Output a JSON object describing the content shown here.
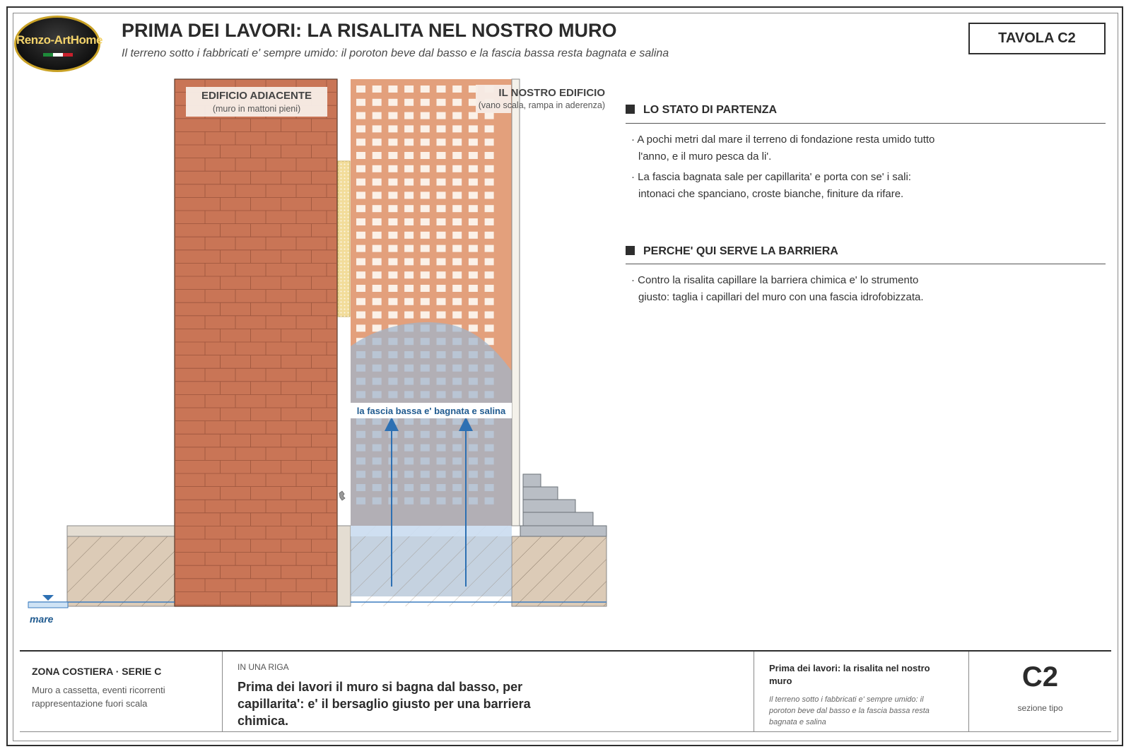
{
  "logo": {
    "text": "Renzo-ArtHome",
    "flag_colors": [
      "#1e8a3a",
      "#ffffff",
      "#c8202c"
    ]
  },
  "header": {
    "title": "PRIMA DEI LAVORI: LA RISALITA NEL NOSTRO MURO",
    "subtitle": "Il terreno sotto i fabbricati e' sempre umido: il poroton beve dal basso e la fascia bassa resta bagnata e salina",
    "sheet_label": "TAVOLA C2"
  },
  "diagram": {
    "adjacent_building": {
      "title": "EDIFICIO ADIACENTE",
      "subtitle": "(muro in mattoni pieni)"
    },
    "our_building": {
      "title": "IL NOSTRO EDIFICIO",
      "subtitle": "(vano scala, rampa in aderenza)"
    },
    "wet_band_label": "la fascia bassa e' bagnata e salina",
    "sea_label": "mare",
    "colors": {
      "solid_brick": "#c97556",
      "poroton": "#e3a07c",
      "hole": "#fbf1e8",
      "wet_overlay": "#9fb4cc",
      "soil": "#dccbb7",
      "hatch": "#8f7f6e",
      "water_line": "#3a7bbf",
      "arrow": "#2d70b3",
      "step": "#b9bec5",
      "insulation": "#f2dc9a"
    }
  },
  "sections": [
    {
      "heading": "LO STATO DI PARTENZA",
      "bullets": [
        "· A pochi metri dal mare il terreno di fondazione resta umido tutto l'anno, e il muro pesca da li'.",
        "· La fascia bagnata sale per capillarita' e porta con se' i sali: intonaci che spanciano, croste bianche, finiture da rifare."
      ]
    },
    {
      "heading": "PERCHE' QUI SERVE LA BARRIERA",
      "bullets": [
        "· Contro la risalita capillare la barriera chimica e' lo strumento giusto: taglia i capillari del muro con una fascia idrofobizzata."
      ]
    }
  ],
  "footer": {
    "zone_title": "ZONA COSTIERA · SERIE C",
    "zone_line1": "Muro a cassetta, eventi ricorrenti",
    "zone_line2": "rappresentazione fuori scala",
    "kicker": "IN UNA RIGA",
    "summary": "Prima dei lavori il muro si bagna dal basso, per capillarita': e' il bersaglio giusto per una barriera chimica.",
    "board_title": "Prima dei lavori: la risalita nel nostro muro",
    "board_subtitle": "Il terreno sotto i fabbricati e' sempre umido: il poroton beve dal basso e la fascia bassa resta bagnata e salina",
    "code": "C2",
    "code_sub": "sezione tipo"
  }
}
